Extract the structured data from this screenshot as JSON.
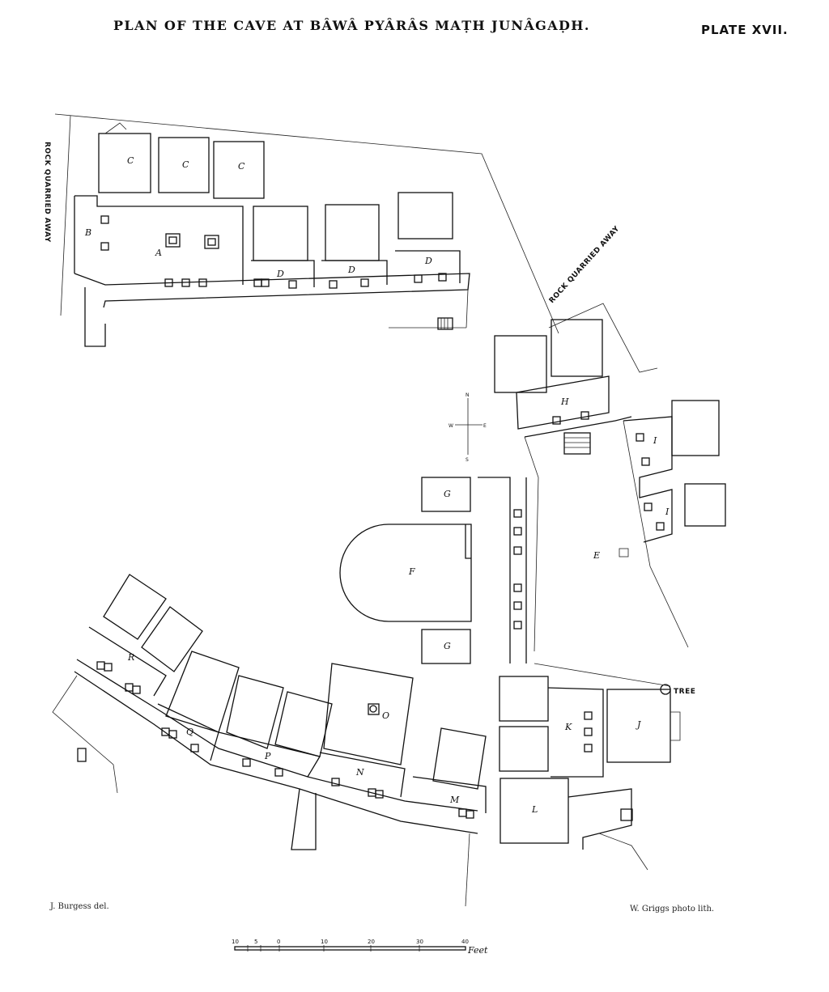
{
  "title": "PLAN OF THE CAVE AT BÂWÂ PYÂRÂS MAṬH JUNÂGAḌH.",
  "plate": "PLATE XVII.",
  "credits": {
    "left": "J. Burgess del.",
    "right": "W. Griggs photo lith."
  },
  "annotations": {
    "rock_quarried": "ROCK QUARRIED AWAY",
    "tree": "TREE"
  },
  "compass": {
    "n": "N",
    "s": "S",
    "e": "E",
    "w": "W"
  },
  "scale": {
    "ticks": [
      "10",
      "5",
      "0",
      "10",
      "20",
      "30",
      "40"
    ],
    "unit": "Feet"
  },
  "room_labels": {
    "a": "A",
    "b": "B",
    "c": "C",
    "d": "D",
    "e": "E",
    "f": "F",
    "g": "G",
    "h": "H",
    "i": "I",
    "j": "J",
    "k": "K",
    "l": "L",
    "m": "M",
    "n": "N",
    "o": "O",
    "p": "P",
    "q": "Q",
    "r": "R"
  }
}
